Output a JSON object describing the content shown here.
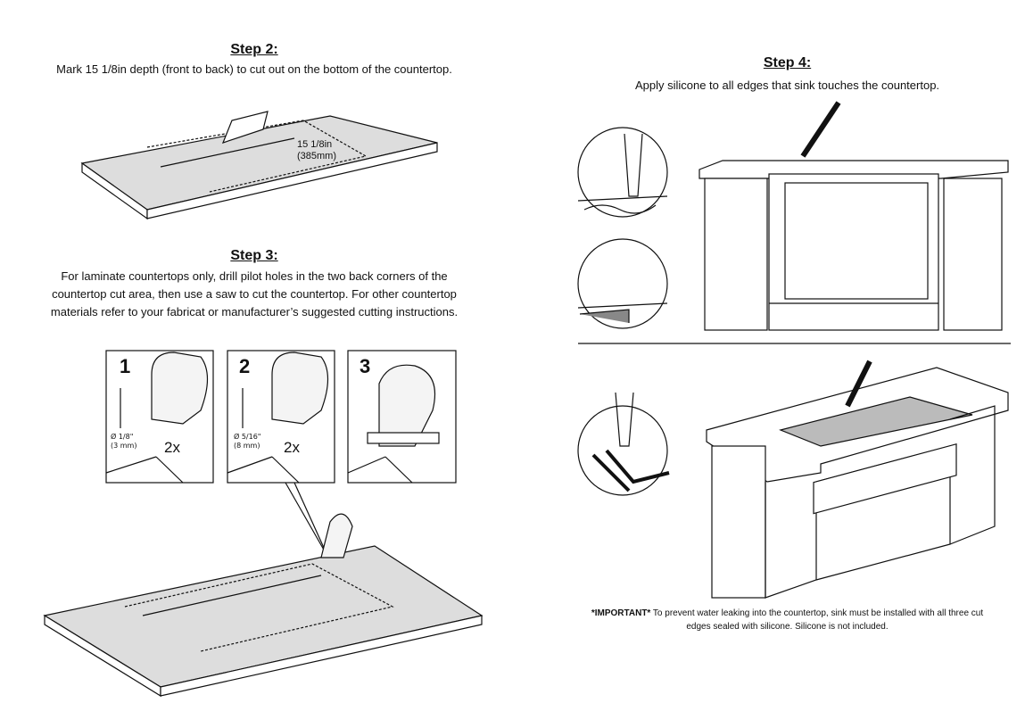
{
  "step2": {
    "title": "Step 2:",
    "text": "Mark 15 1/8in depth (front to back) to cut out on the bottom of the countertop.",
    "dimension_in": "15 1/8in",
    "dimension_mm": "(385mm)"
  },
  "step3": {
    "title": "Step 3:",
    "lines": [
      "For laminate countertops only, drill pilot holes in the two back corners of the",
      "countertop cut area, then use a saw to cut the countertop. For other countertop",
      "materials refer to your fabricat or manufacturer’s suggested cutting instructions."
    ],
    "panels": [
      {
        "number": "1",
        "bit_in": "Ø 1/8\"",
        "bit_mm": "(3 mm)",
        "count": "2x"
      },
      {
        "number": "2",
        "bit_in": "Ø 5/16\"",
        "bit_mm": "(8 mm)",
        "count": "2x"
      },
      {
        "number": "3"
      }
    ]
  },
  "step4": {
    "title": "Step 4:",
    "text": "Apply silicone to all edges that sink touches the countertop.",
    "important_label": "*IMPORTANT*",
    "important_text": " To prevent water leaking into the countertop, sink must be installed with all three cut",
    "important_text2": "edges sealed with silicone. Silicone is not included."
  }
}
